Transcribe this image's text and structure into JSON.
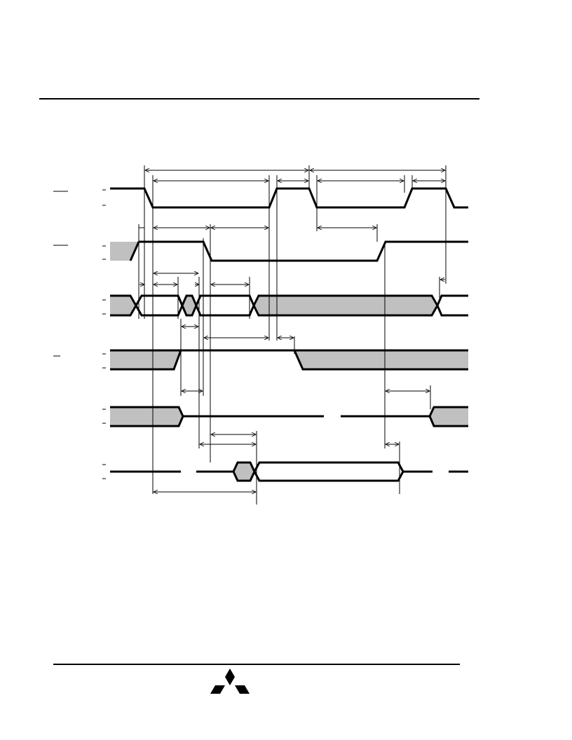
{
  "figure": {
    "signals": [
      {
        "id": "signal-1",
        "kind": "clock"
      },
      {
        "id": "signal-2",
        "kind": "strobe"
      },
      {
        "id": "signal-3",
        "kind": "bus"
      },
      {
        "id": "signal-4",
        "kind": "control"
      },
      {
        "id": "signal-5",
        "kind": "output"
      },
      {
        "id": "signal-6",
        "kind": "data"
      }
    ]
  },
  "logo": {
    "icon": "three-diamond-logo-icon"
  },
  "colors": {
    "ink": "#000000",
    "shade": "#c0c0c0",
    "background": "#ffffff"
  }
}
